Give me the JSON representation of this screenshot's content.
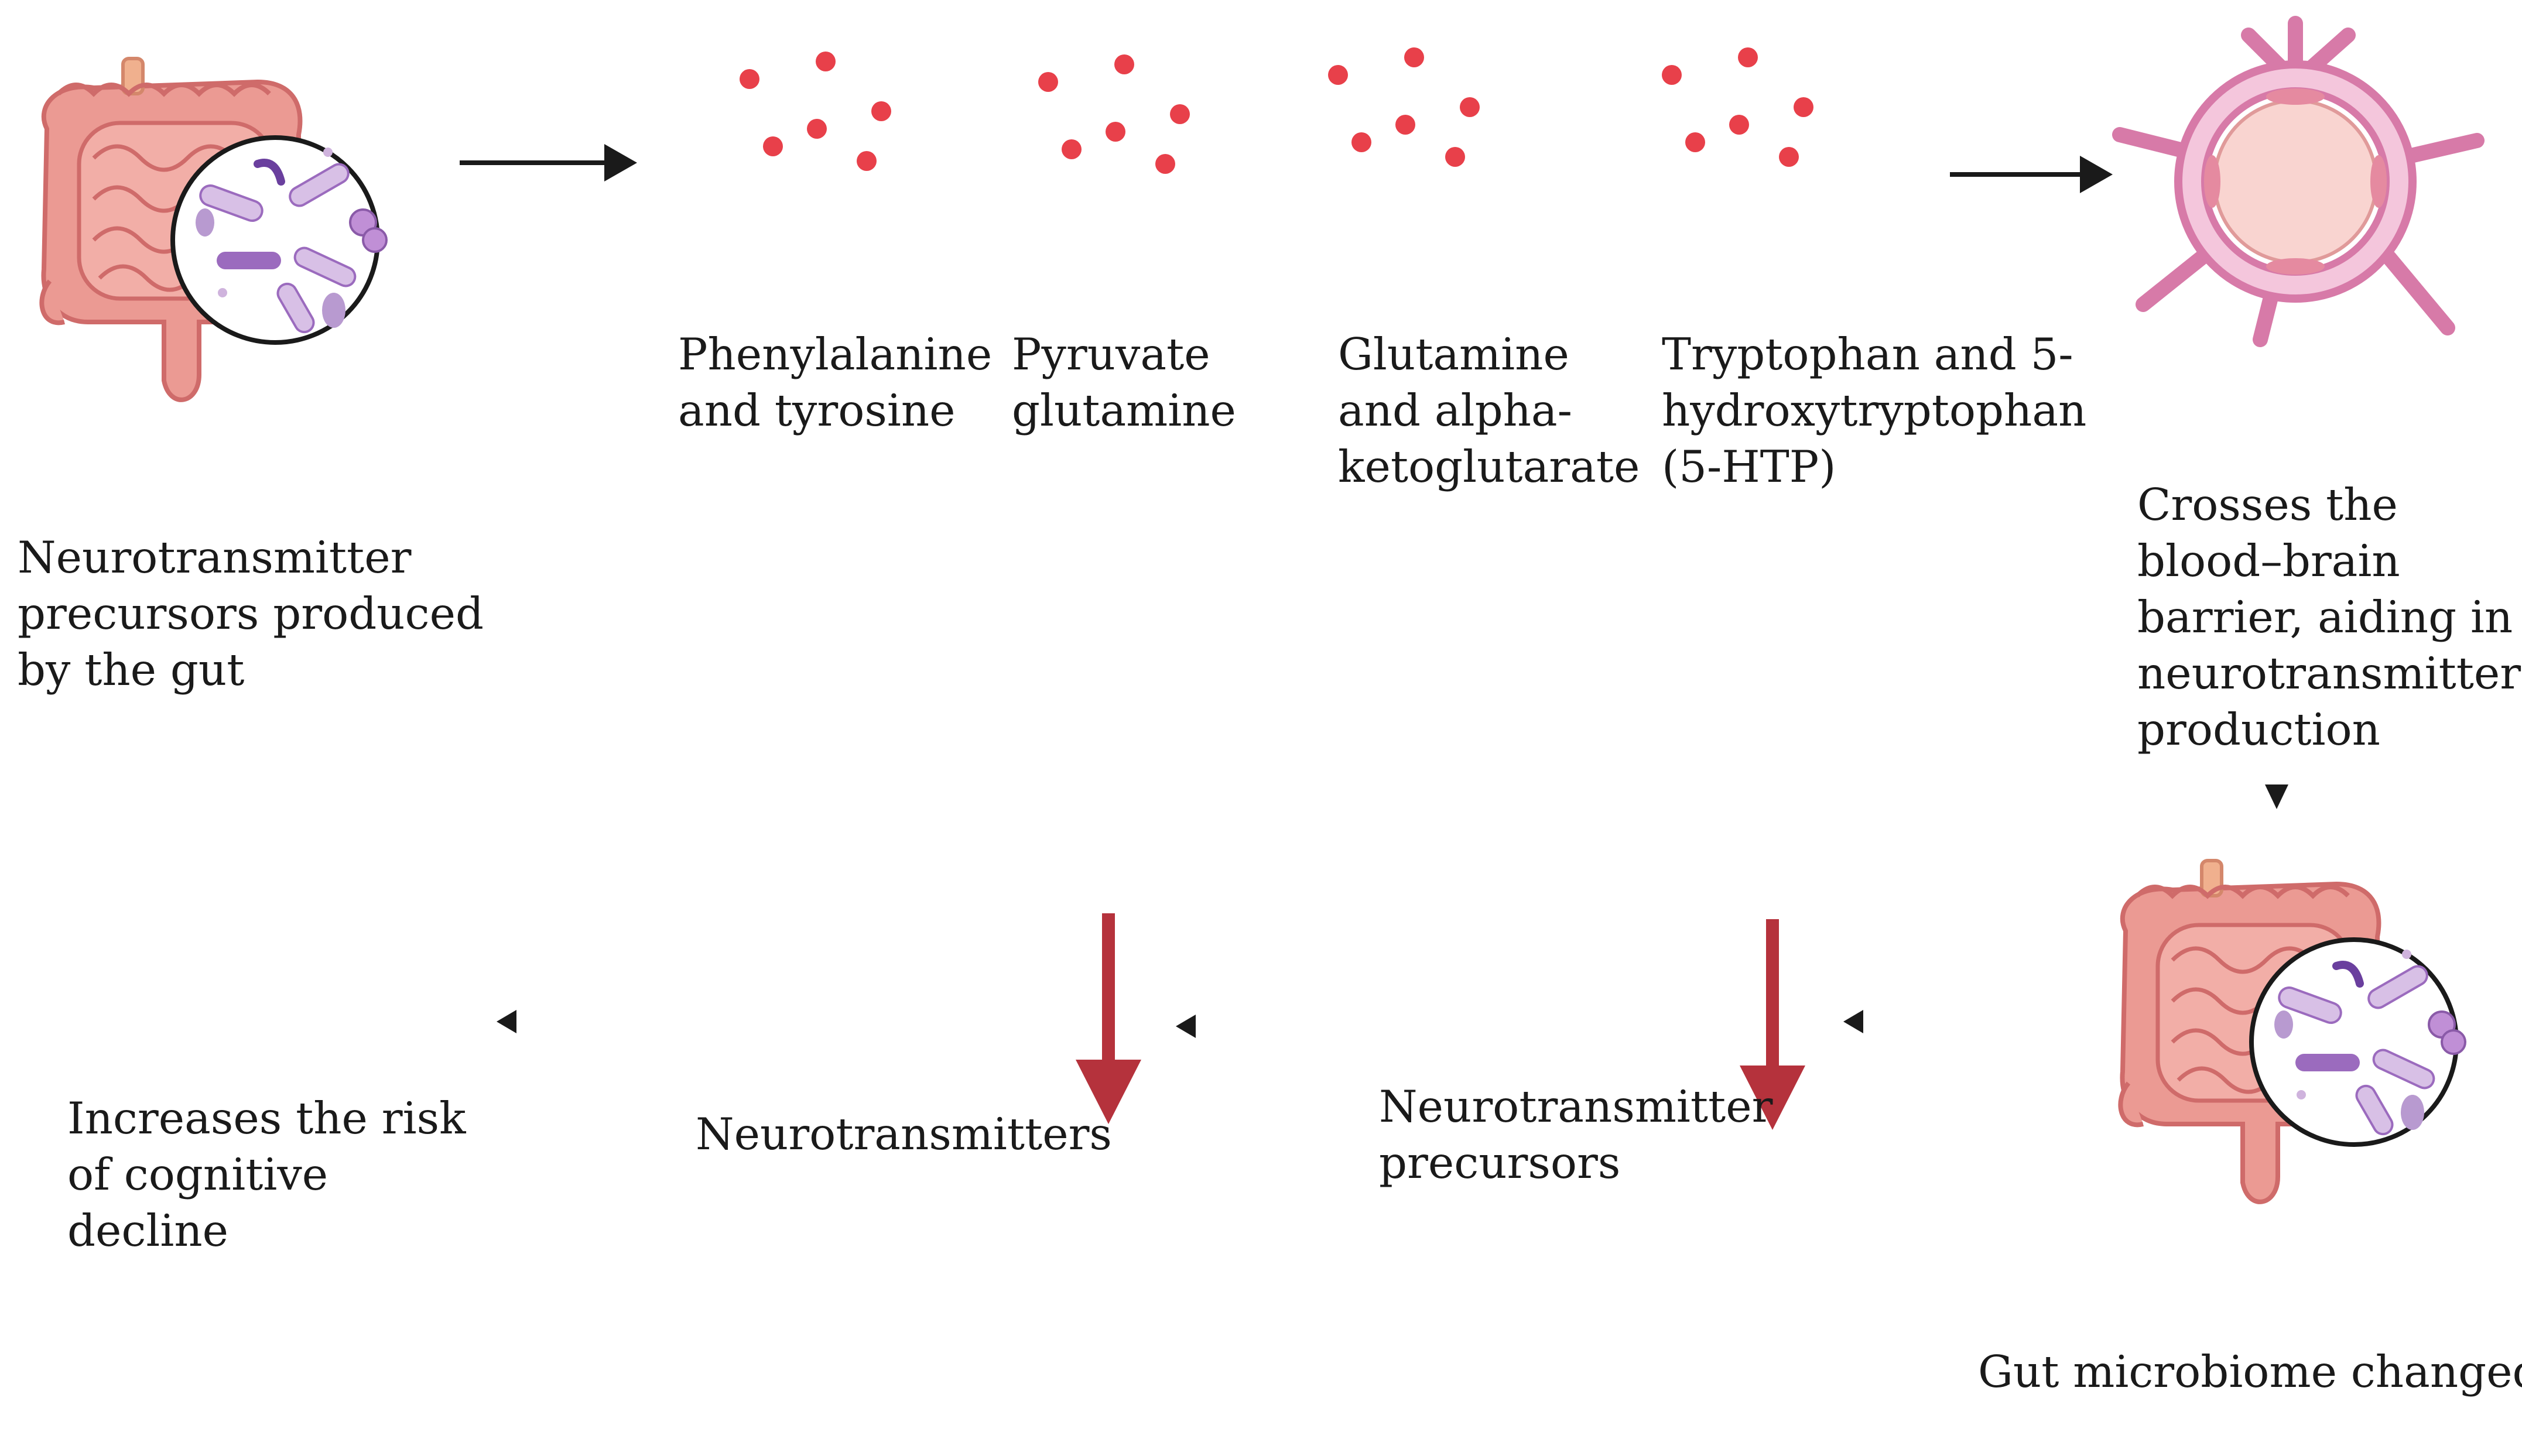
{
  "colors": {
    "arrow": "#1a1a1a",
    "red_arrow": "#b5323c",
    "dot": "#e8404a",
    "gut_body": "#eb9a93",
    "gut_outline": "#cf6b6a",
    "vessel": "#d77aa8",
    "bacteria_purple": "#9b6bbe",
    "bacteria_light": "#d8c0e6"
  },
  "icons": [
    "intestine-microbiome-icon",
    "blood-vessel-cross-section-icon",
    "molecule-dots-icon",
    "decrease-arrow-icon"
  ],
  "labels": {
    "gut_precursors": [
      "Neurotransmitter",
      "precursors produced",
      "by the gut"
    ],
    "phenylalanine": [
      "Phenylalanine",
      "and tyrosine"
    ],
    "pyruvate": [
      "Pyruvate",
      "glutamine"
    ],
    "glutamine": [
      "Glutamine",
      "and alpha-",
      "ketoglutarate"
    ],
    "tryptophan": [
      "Tryptophan and 5-",
      "hydroxytryptophan",
      "(5-HTP)"
    ],
    "bbb": [
      "Crosses the",
      "blood–brain",
      "barrier, aiding in",
      "neurotransmitter",
      "production"
    ],
    "microbiome_changed": [
      "Gut microbiome changed"
    ],
    "precursors": [
      "Neurotransmitter",
      "precursors"
    ],
    "neurotransmitters": [
      "Neurotransmitters"
    ],
    "cognitive": [
      "Increases the risk",
      "of cognitive",
      "decline"
    ]
  }
}
